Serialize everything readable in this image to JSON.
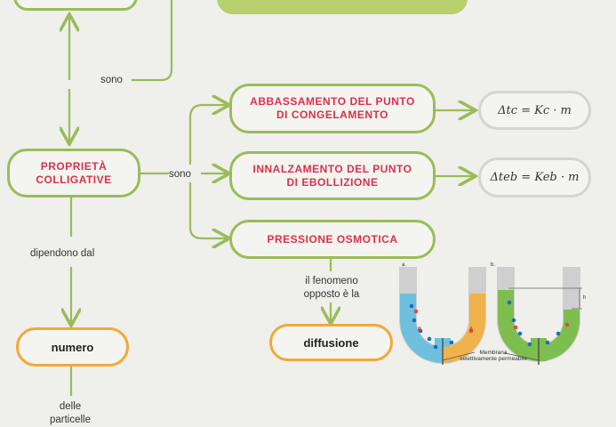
{
  "concept_map": {
    "proprieta": "PROPRIETÀ\nCOLLIGATIVE",
    "abbassamento": "ABBASSAMENTO DEL PUNTO\nDI CONGELAMENTO",
    "innalzamento": "INNALZAMENTO DEL PUNTO\nDI EBOLLIZIONE",
    "pressione": "PRESSIONE OSMOTICA",
    "numero": "numero",
    "diffusione": "diffusione",
    "formula_congelamento": "Δtc = Kc · m",
    "formula_ebollizione": "Δteb = Keb · m"
  },
  "edges": {
    "sono_top": "sono",
    "sono_mid": "sono",
    "dipendono": "dipendono dal",
    "fenomeno": "il fenomeno\nopposto è la",
    "delle": "delle\nparticelle"
  },
  "figure": {
    "panel_a": "a.",
    "panel_b": "b.",
    "height_label": "h",
    "label_a": "A",
    "label_b": "B",
    "membrane_caption": "Membrana\nselettivamente permeabile"
  },
  "colors": {
    "green_border": "#9bbb5a",
    "orange_border": "#f0a938",
    "red_text": "#d8324a"
  }
}
